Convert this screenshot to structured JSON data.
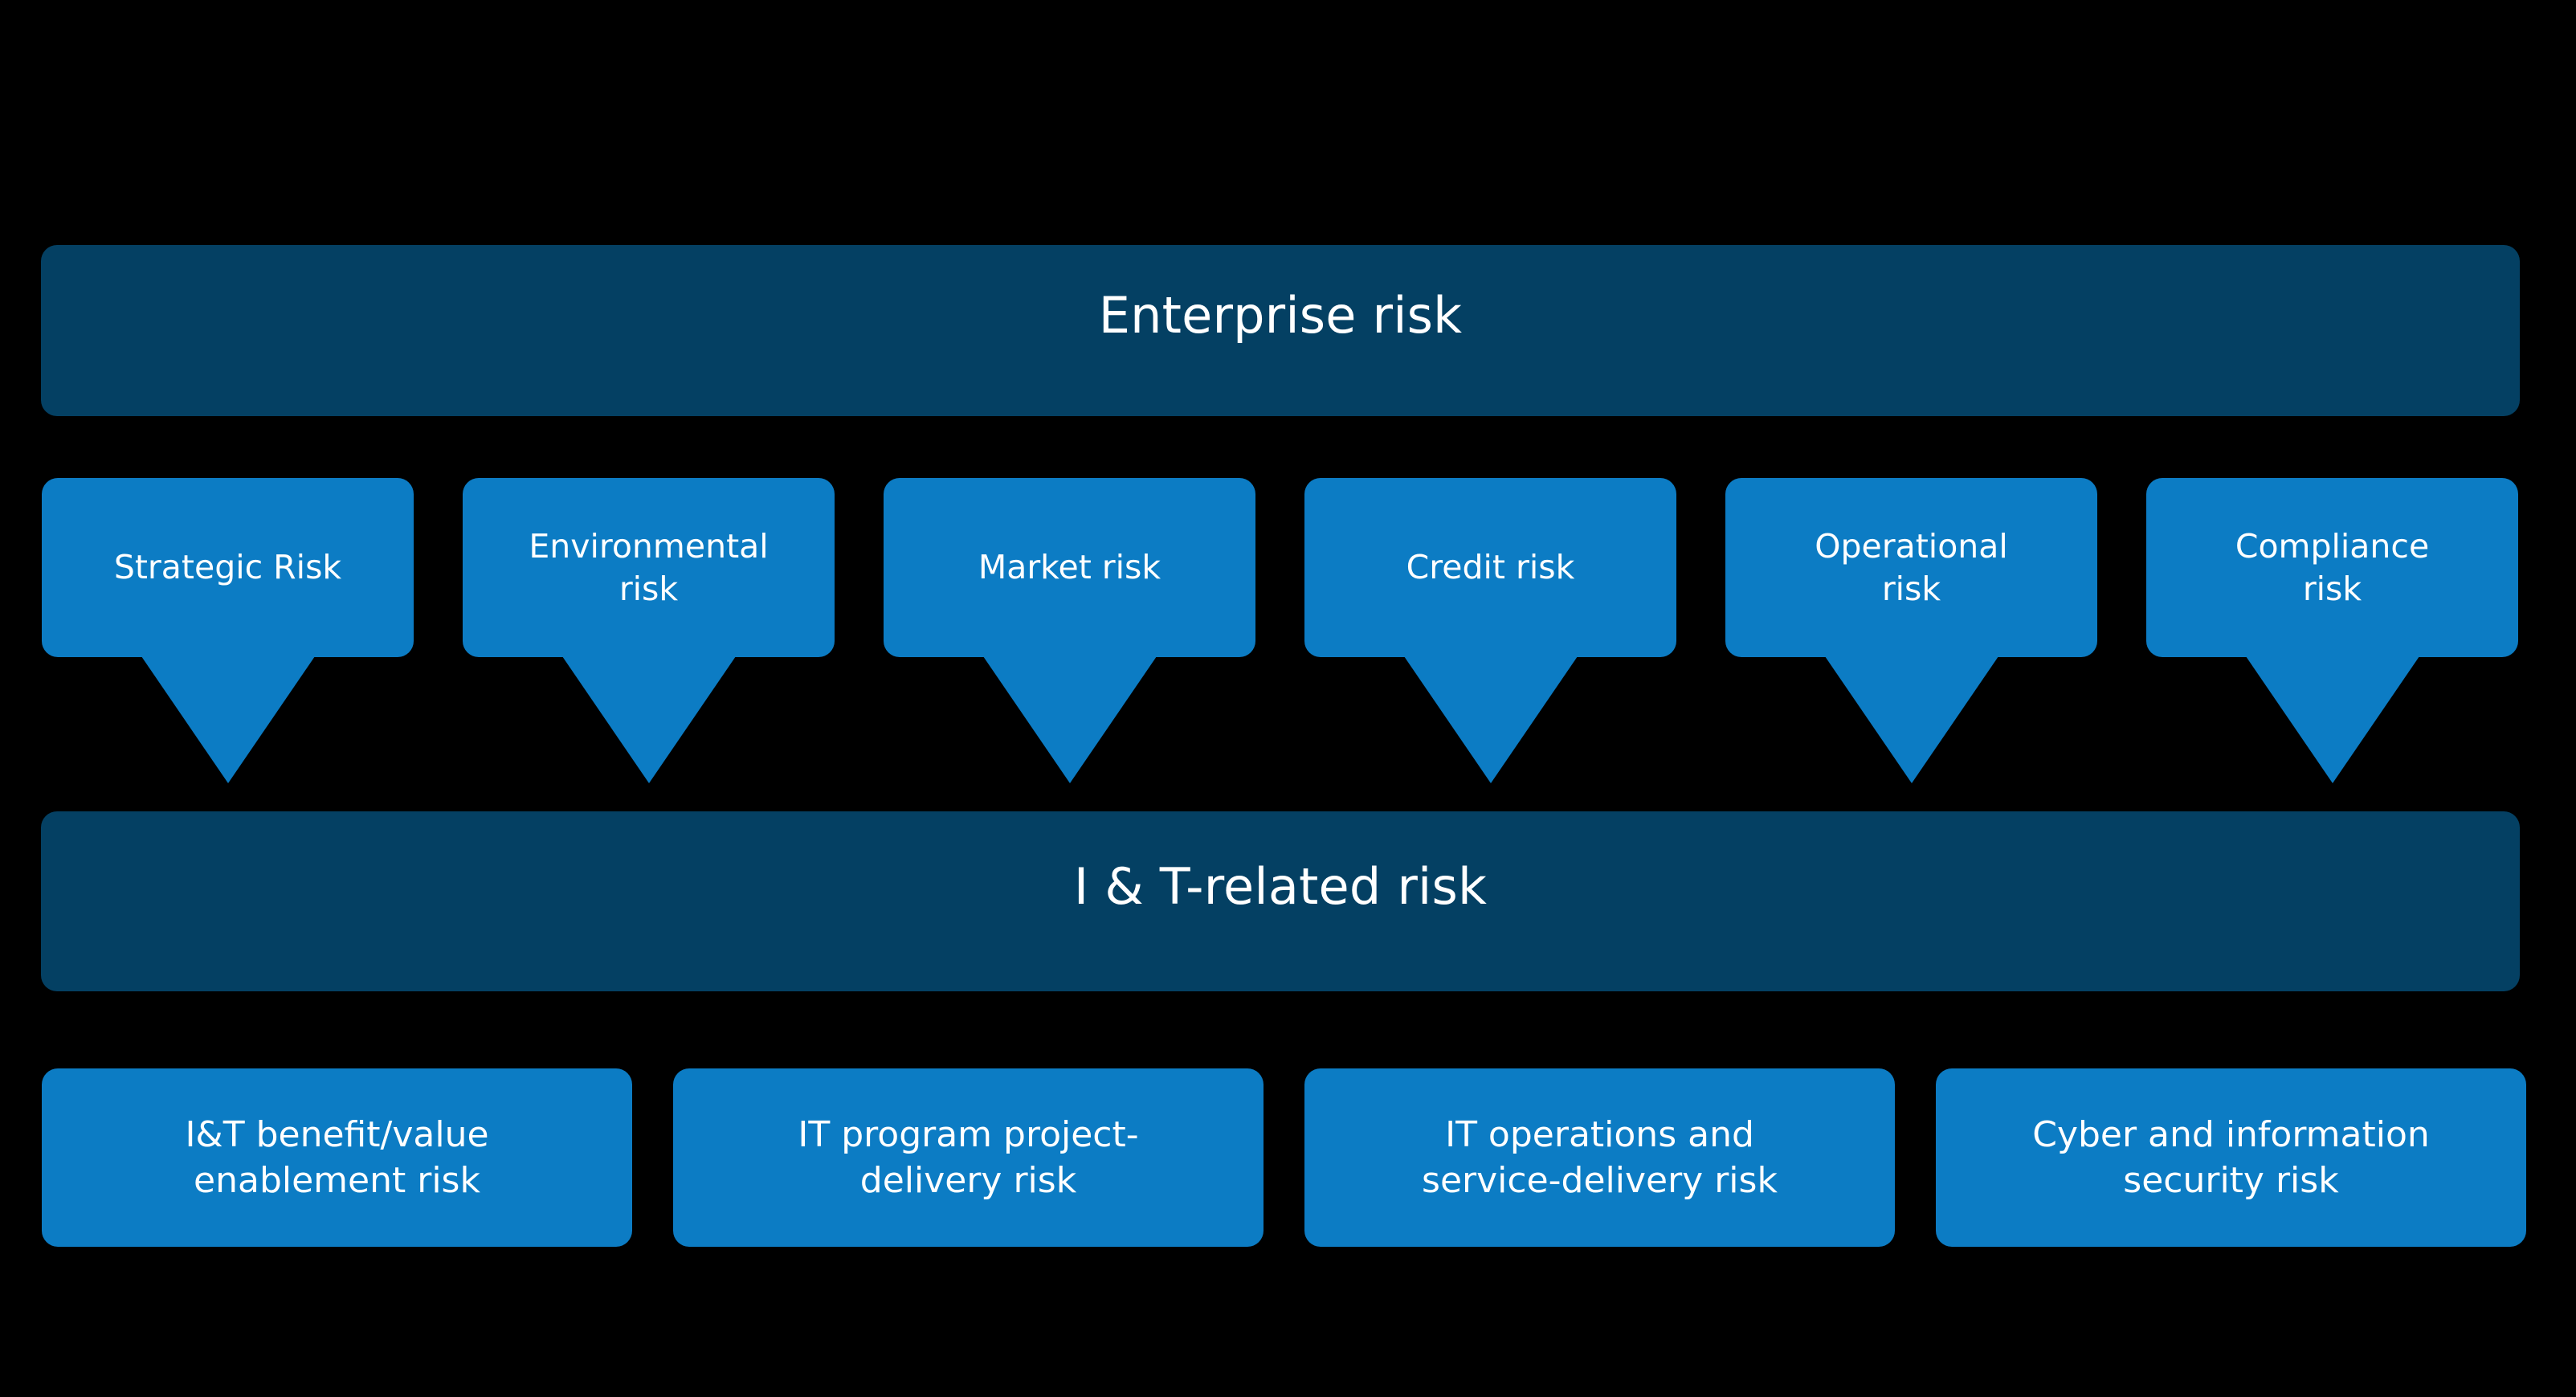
{
  "diagram": {
    "background_color": "#000000",
    "banner_color": "#044063",
    "box_color": "#0C7CC4",
    "text_color": "#FFFFFF",
    "enterprise_banner": {
      "label": "Enterprise risk"
    },
    "enterprise_risk_categories": [
      {
        "label": "Strategic Risk"
      },
      {
        "label": "Environmental\nrisk"
      },
      {
        "label": "Market risk"
      },
      {
        "label": "Credit risk"
      },
      {
        "label": "Operational\nrisk"
      },
      {
        "label": "Compliance\nrisk"
      }
    ],
    "it_banner": {
      "label": "I & T-related risk"
    },
    "it_risk_categories": [
      {
        "label": "I&T benefit/value\nenablement risk"
      },
      {
        "label": "IT program project-\ndelivery risk"
      },
      {
        "label": "IT operations and\nservice-delivery risk"
      },
      {
        "label": "Cyber and information\nsecurity risk"
      }
    ]
  }
}
